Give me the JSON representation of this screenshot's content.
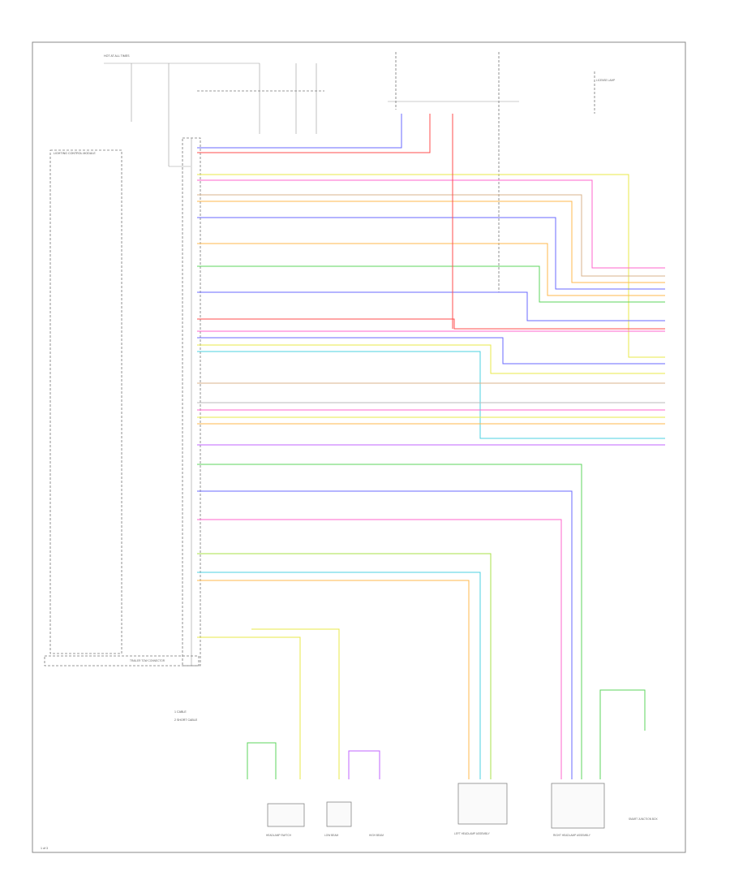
{
  "page_number": "1 of 3",
  "header_label": "HOT AT ALL TIMES",
  "module_label": "LIGHTING CONTROL MODULE",
  "legend": [
    "1  CABLE",
    "2  SHORT CABLE"
  ],
  "components": [
    {
      "id": "headlamp-switch",
      "label": "HEADLAMP SWITCH"
    },
    {
      "id": "low-beam",
      "label": "LOW BEAM"
    },
    {
      "id": "high-beam",
      "label": "HIGH BEAM"
    },
    {
      "id": "left-headlamp",
      "label": "LEFT HEADLAMP ASSEMBLY"
    },
    {
      "id": "right-headlamp",
      "label": "RIGHT HEADLAMP ASSEMBLY"
    },
    {
      "id": "smart-junction-box",
      "label": "SMART JUNCTION BOX"
    },
    {
      "id": "license-lamp",
      "label": "LICENSE LAMP"
    },
    {
      "id": "trailer-connector",
      "label": "TRAILER TOW CONNECTOR"
    }
  ],
  "colors": {
    "blue": "#6a6aff",
    "red": "#ff4d4d",
    "pink": "#ff66cc",
    "yellow": "#e8e84a",
    "orange": "#ffb84d",
    "green": "#5ed65e",
    "cyan": "#4dd0e1",
    "violet": "#c266ff",
    "gray": "#bbbbbb",
    "brown": "#b3855a",
    "lime": "#a8e04a",
    "tan": "#d9b38c"
  }
}
